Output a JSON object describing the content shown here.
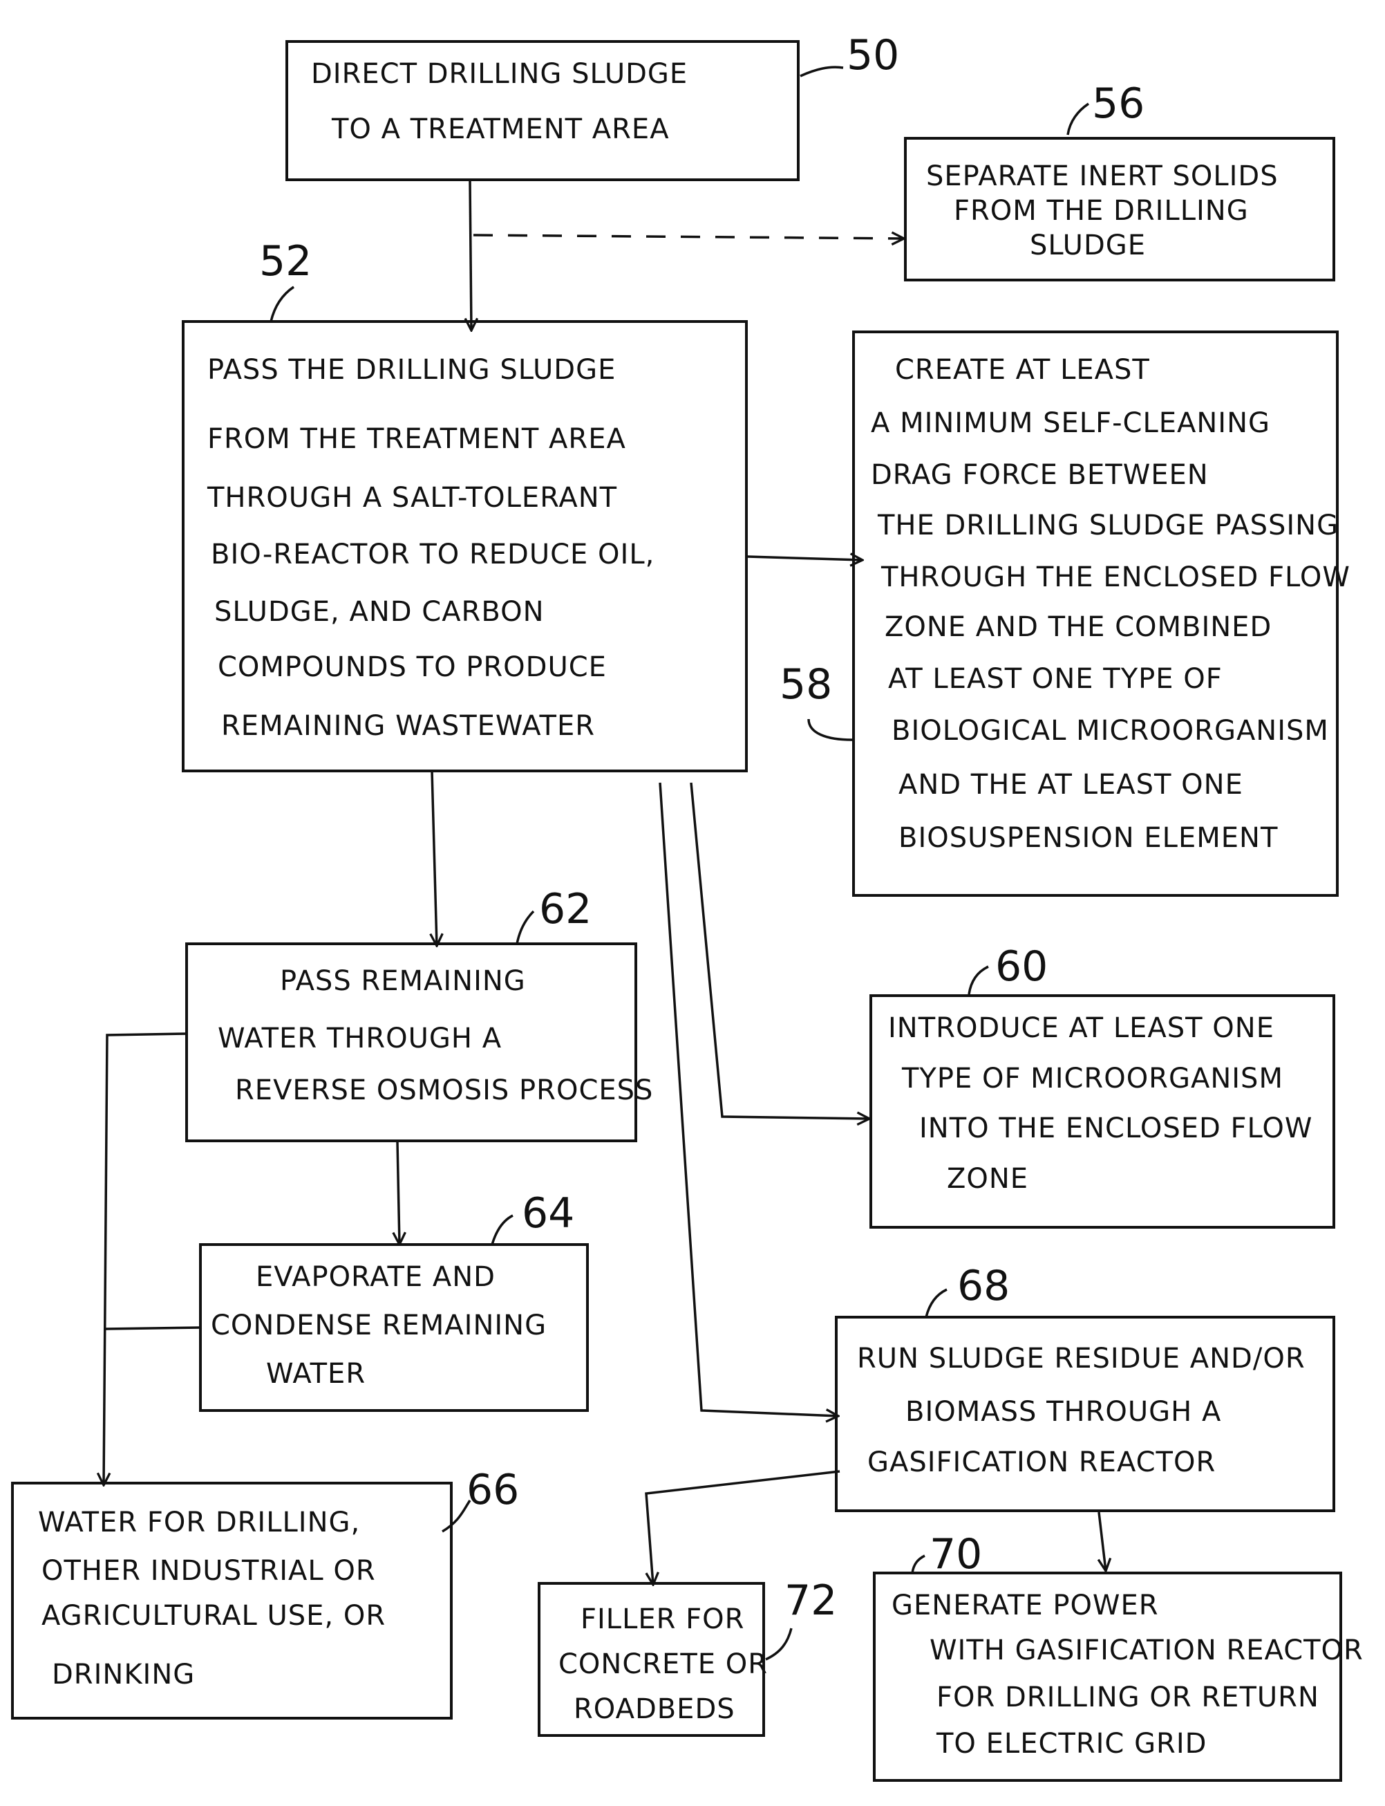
{
  "boxes": {
    "b50": [
      "DIRECT DRILLING SLUDGE",
      "TO A TREATMENT AREA"
    ],
    "b56": [
      "SEPARATE INERT SOLIDS",
      "FROM THE DRILLING",
      "SLUDGE"
    ],
    "b52": [
      "PASS THE DRILLING SLUDGE",
      "FROM THE TREATMENT AREA",
      "THROUGH A SALT-TOLERANT",
      "BIO-REACTOR TO REDUCE OIL,",
      "SLUDGE, AND CARBON",
      "COMPOUNDS TO PRODUCE",
      "REMAINING WASTEWATER"
    ],
    "b58": [
      "CREATE AT LEAST",
      "A MINIMUM SELF-CLEANING",
      "DRAG FORCE BETWEEN",
      "THE DRILLING SLUDGE PASSING",
      "THROUGH THE ENCLOSED FLOW",
      "ZONE AND THE COMBINED",
      "AT LEAST ONE TYPE OF",
      "BIOLOGICAL MICROORGANISM",
      "AND THE AT LEAST ONE",
      "BIOSUSPENSION ELEMENT"
    ],
    "b62": [
      "PASS REMAINING",
      "WATER THROUGH A",
      "REVERSE OSMOSIS PROCESS"
    ],
    "b60": [
      "INTRODUCE AT LEAST ONE",
      "TYPE OF MICROORGANISM",
      "INTO THE ENCLOSED FLOW",
      "ZONE"
    ],
    "b64": [
      "EVAPORATE AND",
      "CONDENSE REMAINING",
      "WATER"
    ],
    "b68": [
      "RUN SLUDGE RESIDUE AND/OR",
      "BIOMASS THROUGH A",
      "GASIFICATION REACTOR"
    ],
    "b66": [
      "WATER FOR DRILLING,",
      "OTHER INDUSTRIAL OR",
      "AGRICULTURAL USE, OR",
      "DRINKING"
    ],
    "b72": [
      "FILLER FOR",
      "CONCRETE OR",
      "ROADBEDS"
    ],
    "b70": [
      "GENERATE POWER",
      "WITH GASIFICATION REACTOR",
      "FOR DRILLING OR RETURN",
      "TO ELECTRIC GRID"
    ]
  },
  "refs": {
    "r50": "50",
    "r56": "56",
    "r52": "52",
    "r58": "58",
    "r62": "62",
    "r60": "60",
    "r64": "64",
    "r68": "68",
    "r66": "66",
    "r70": "70",
    "r72": "72"
  }
}
